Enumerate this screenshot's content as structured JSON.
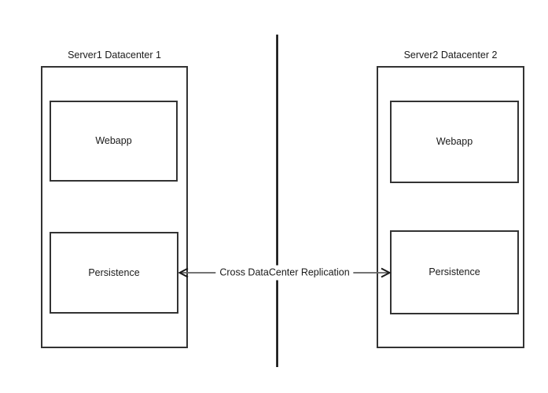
{
  "datacenters": [
    {
      "title": "Server1 Datacenter 1",
      "components": [
        {
          "label": "Webapp"
        },
        {
          "label": "Persistence"
        }
      ]
    },
    {
      "title": "Server2 Datacenter 2",
      "components": [
        {
          "label": "Webapp"
        },
        {
          "label": "Persistence"
        }
      ]
    }
  ],
  "connection": {
    "label": "Cross DataCenter Replication",
    "from": "Persistence (Server1 Datacenter 1)",
    "to": "Persistence (Server2 Datacenter 2)",
    "direction": "bidirectional"
  },
  "icons": {
    "divider": "vertical-separator-line",
    "arrow_left": "arrowhead-left",
    "arrow_right": "arrowhead-right"
  },
  "colors": {
    "background": "#ffffff",
    "box_border": "#333333",
    "text": "#1a1a1a",
    "arrow_line": "#616161",
    "arrowhead": "#1a1a1a",
    "divider": "#000000"
  }
}
